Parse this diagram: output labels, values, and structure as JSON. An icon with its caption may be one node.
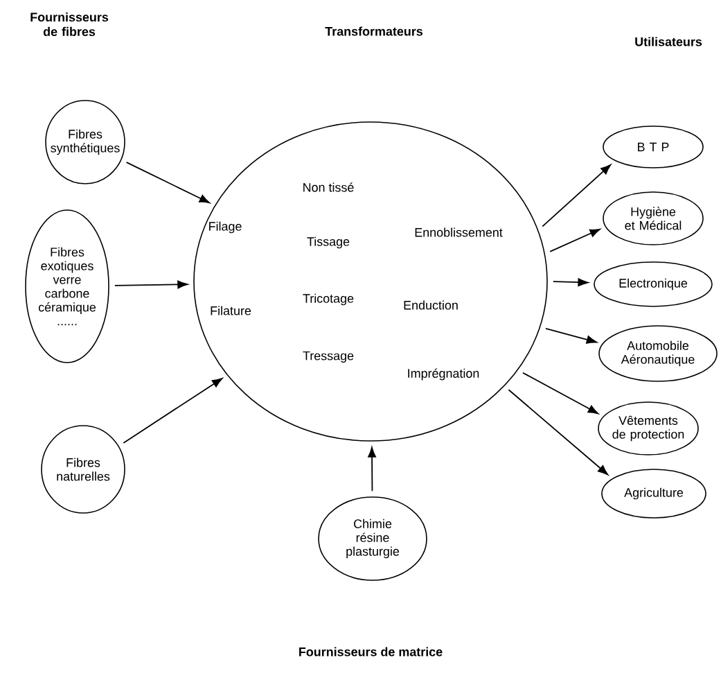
{
  "diagram": {
    "nodes": [
      {
        "text": [
          "Fibres synthétiques"
        ]
      },
      {
        "text": [
          "Fibres exotiques verre carbone céramique ......"
        ]
      },
      {
        "text": [
          "Fibres naturelles"
        ]
      },
      {
        "text": [
          "Filage",
          "Filature",
          "Non tissé",
          "Tissage",
          "Tricotage",
          "Tressage",
          "Ennoblissement",
          "Enduction",
          "Imprégnation"
        ]
      },
      {
        "text": [
          "Chimie résine plasturgie"
        ]
      },
      {
        "text": [
          "B T P"
        ]
      },
      {
        "text": [
          "Hygiène et Médical"
        ]
      },
      {
        "text": [
          "Electronique"
        ]
      },
      {
        "text": [
          "Automobile Aéronautique"
        ]
      },
      {
        "text": [
          "Vêtements de protection"
        ]
      },
      {
        "text": [
          "Agriculture"
        ]
      }
    ],
    "edges": [
      {
        "from": 0,
        "to": 3,
        "arrow": "to"
      },
      {
        "from": 1,
        "to": 3,
        "arrow": "to"
      },
      {
        "from": 2,
        "to": 3,
        "arrow": "to"
      },
      {
        "from": 4,
        "to": 3,
        "arrow": "to"
      },
      {
        "from": 3,
        "to": 5,
        "arrow": "to"
      },
      {
        "from": 3,
        "to": 6,
        "arrow": "to"
      },
      {
        "from": 3,
        "to": 7,
        "arrow": "to"
      },
      {
        "from": 3,
        "to": 8,
        "arrow": "to"
      },
      {
        "from": 3,
        "to": 9,
        "arrow": "to"
      },
      {
        "from": 3,
        "to": 10,
        "arrow": "to"
      }
    ],
    "labels": [
      "Fournisseurs de fibres",
      "Transformateurs",
      "Utilisateurs",
      "Fournisseurs de matrice"
    ]
  }
}
